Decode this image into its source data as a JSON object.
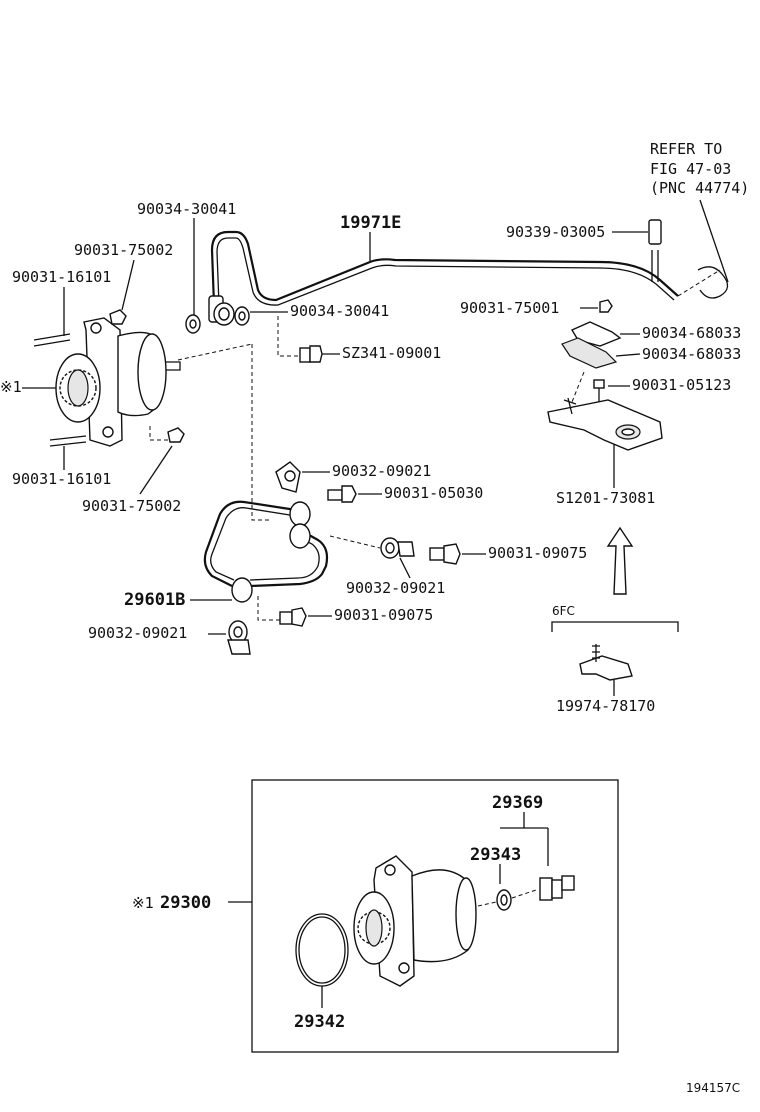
{
  "refer": {
    "line1": "REFER TO",
    "line2": "FIG 47-03",
    "line3": "(PNC 44774)"
  },
  "labels": {
    "p_90034_30041_top": "90034-30041",
    "p_19971e": "19971E",
    "p_90339_03005": "90339-03005",
    "p_90031_75002_top": "90031-75002",
    "p_90031_16101_top": "90031-16101",
    "p_90034_30041_mid": "90034-30041",
    "p_90031_75001": "90031-75001",
    "p_90034_68033_a": "90034-68033",
    "p_90034_68033_b": "90034-68033",
    "p_sz341_09001": "SZ341-09001",
    "p_90031_05123": "90031-05123",
    "p_ref1": "※1",
    "p_90032_09021_a": "90032-09021",
    "p_90031_05030": "90031-05030",
    "p_90031_16101_bot": "90031-16101",
    "p_s1201_73081": "S1201-73081",
    "p_90031_75002_bot": "90031-75002",
    "p_90031_09075_a": "90031-09075",
    "p_90032_09021_b": "90032-09021",
    "p_29601b": "29601B",
    "p_6fc": "6FC",
    "p_90031_09075_b": "90031-09075",
    "p_90032_09021_c": "90032-09021",
    "p_19974_78170": "19974-78170",
    "p_29369": "29369",
    "p_29343": "29343",
    "p_ref1_box": "※1",
    "p_29300": "29300",
    "p_29342": "29342",
    "footer_code": "194157C"
  },
  "icons": {
    "vacuum_pump": "vacuum-pump-icon",
    "vacuum_pipe": "vacuum-pipe-icon",
    "union_bolt": "union-bolt-icon",
    "gasket": "gasket-icon",
    "bracket": "bracket-icon",
    "clamp": "clamp-icon",
    "arrow": "arrow-up-icon"
  }
}
